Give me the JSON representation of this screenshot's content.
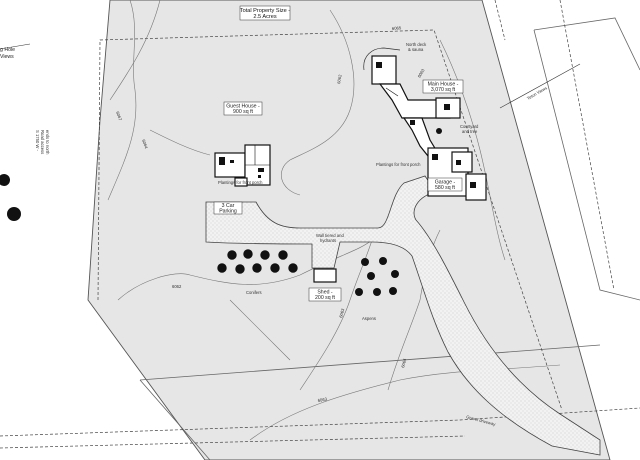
{
  "plan": {
    "property_size": {
      "line1": "Total Property Size -",
      "line2": "2.5 Acres"
    },
    "guest_house": {
      "line1": "Guest House -",
      "line2": "900 sq ft"
    },
    "main_house": {
      "line1": "Main House -",
      "line2": "3,070 sq ft"
    },
    "garage": {
      "line1": "Garage -",
      "line2": "580 sq ft"
    },
    "parking": {
      "line1": "3 Car",
      "line2": "Parking"
    },
    "shed": {
      "line1": "Shed -",
      "line2": "200 sq ft"
    },
    "notes": {
      "guest_plantings": "Plantings for front porch",
      "main_plantings": "Plantings for front porch",
      "north_deck": {
        "line1": "North deck",
        "line2": "& sauna"
      },
      "courtyard": {
        "line1": "Courtyard",
        "line2": "and tree"
      },
      "wall": {
        "line1": "Wall tiered and",
        "line2": "hydrants"
      },
      "gravel_driveway": "Gravel driveway",
      "conifers": "Conifers",
      "aspens": "Aspens"
    },
    "road_left": {
      "line1": "S 1750 W -",
      "line2": "Road access",
      "line3": "ends to north"
    },
    "left_edge": {
      "line1": "g Hole",
      "line2": "Views"
    },
    "teton_views": "Teton Views",
    "contours": [
      "6062",
      "6062",
      "6063",
      "6063",
      "6064",
      "6065",
      "6064",
      "6067",
      "6063"
    ]
  }
}
